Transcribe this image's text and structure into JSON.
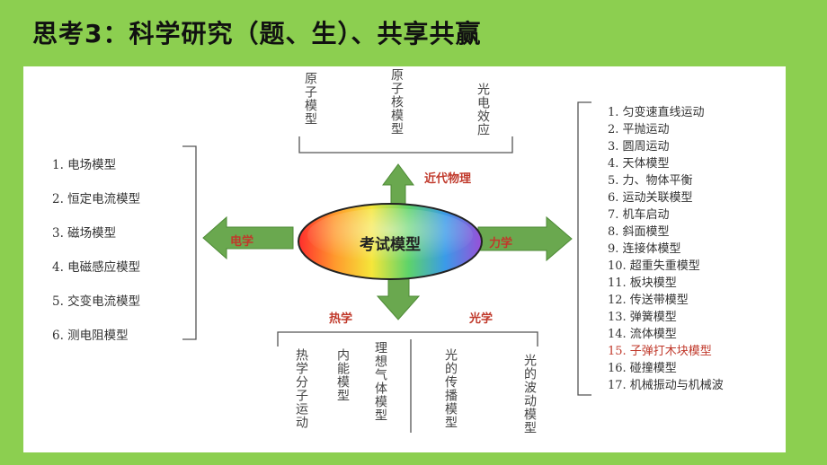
{
  "title": "思考3：科学研究（题、生）、共享共赢",
  "center_label": "考试模型",
  "branches": {
    "modern": "近代物理",
    "mechanics": "力学",
    "electricity": "电学",
    "thermal": "热学",
    "optics": "光学"
  },
  "modern_items": [
    "原子模型",
    "原子核模型",
    "光电效应"
  ],
  "thermal_items": [
    "热学分子运动",
    "内能模型",
    "理想气体模型"
  ],
  "optics_items": [
    "光的传播模型",
    "光的波动模型"
  ],
  "electricity_items": [
    "1.  电场模型",
    "2.  恒定电流模型",
    "3.  磁场模型",
    "4.  电磁感应模型",
    "5.  交变电流模型",
    "6.  测电阻模型"
  ],
  "mechanics_items": [
    "1.  匀变速直线运动",
    "2.  平抛运动",
    "3.  圆周运动",
    "4.  天体模型",
    "5.  力、物体平衡",
    "6.  运动关联模型",
    "7.  机车启动",
    "8.  斜面模型",
    "9.  连接体模型",
    "10.  超重失重模型",
    "11.  板块模型",
    "12.  传送带模型",
    "13.  弹簧模型",
    "14.  流体模型",
    "15.  子弹打木块模型",
    "16.  碰撞模型",
    "17.  机械振动与机械波"
  ],
  "colors": {
    "background": "#8ccf50",
    "arrow": "#6aa84f",
    "branch_label": "#c0392b",
    "highlight_item": "#c0392b"
  }
}
